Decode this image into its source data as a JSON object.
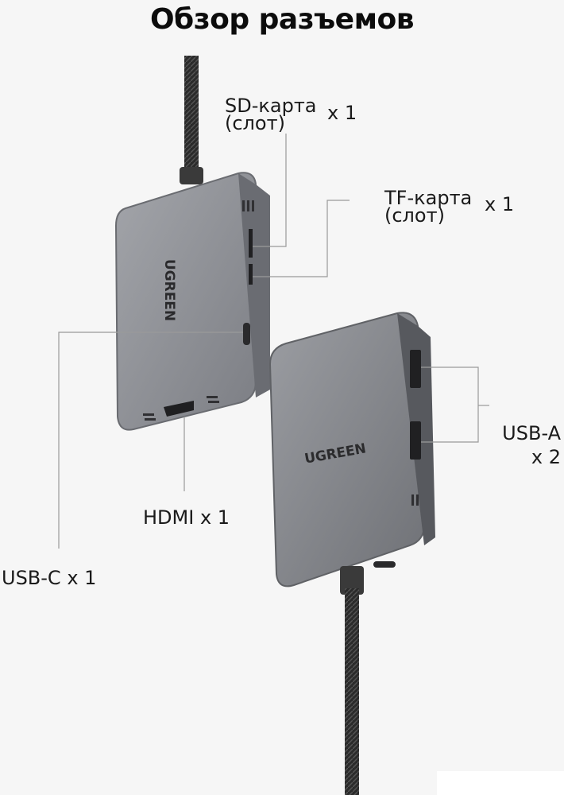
{
  "title": "Обзор разъемов",
  "labels": {
    "sd_line1": "SD-карта",
    "sd_line2": "(слот)",
    "sd_count": "x 1",
    "tf_line1": "TF-карта",
    "tf_line2": "(слот)",
    "tf_count": "x 1",
    "usba_line1": "USB-A",
    "usba_line2": "x 2",
    "hdmi": "HDMI x 1",
    "usbc": "USB-C x 1"
  },
  "brand_front": "UGREEN",
  "brand_back": "UGREEN",
  "colors": {
    "background": "#f6f6f6",
    "device": "#8e9096",
    "device_edge": "#5f6166",
    "cable": "#2a2a2a",
    "leader_line": "#9a9a9a"
  }
}
